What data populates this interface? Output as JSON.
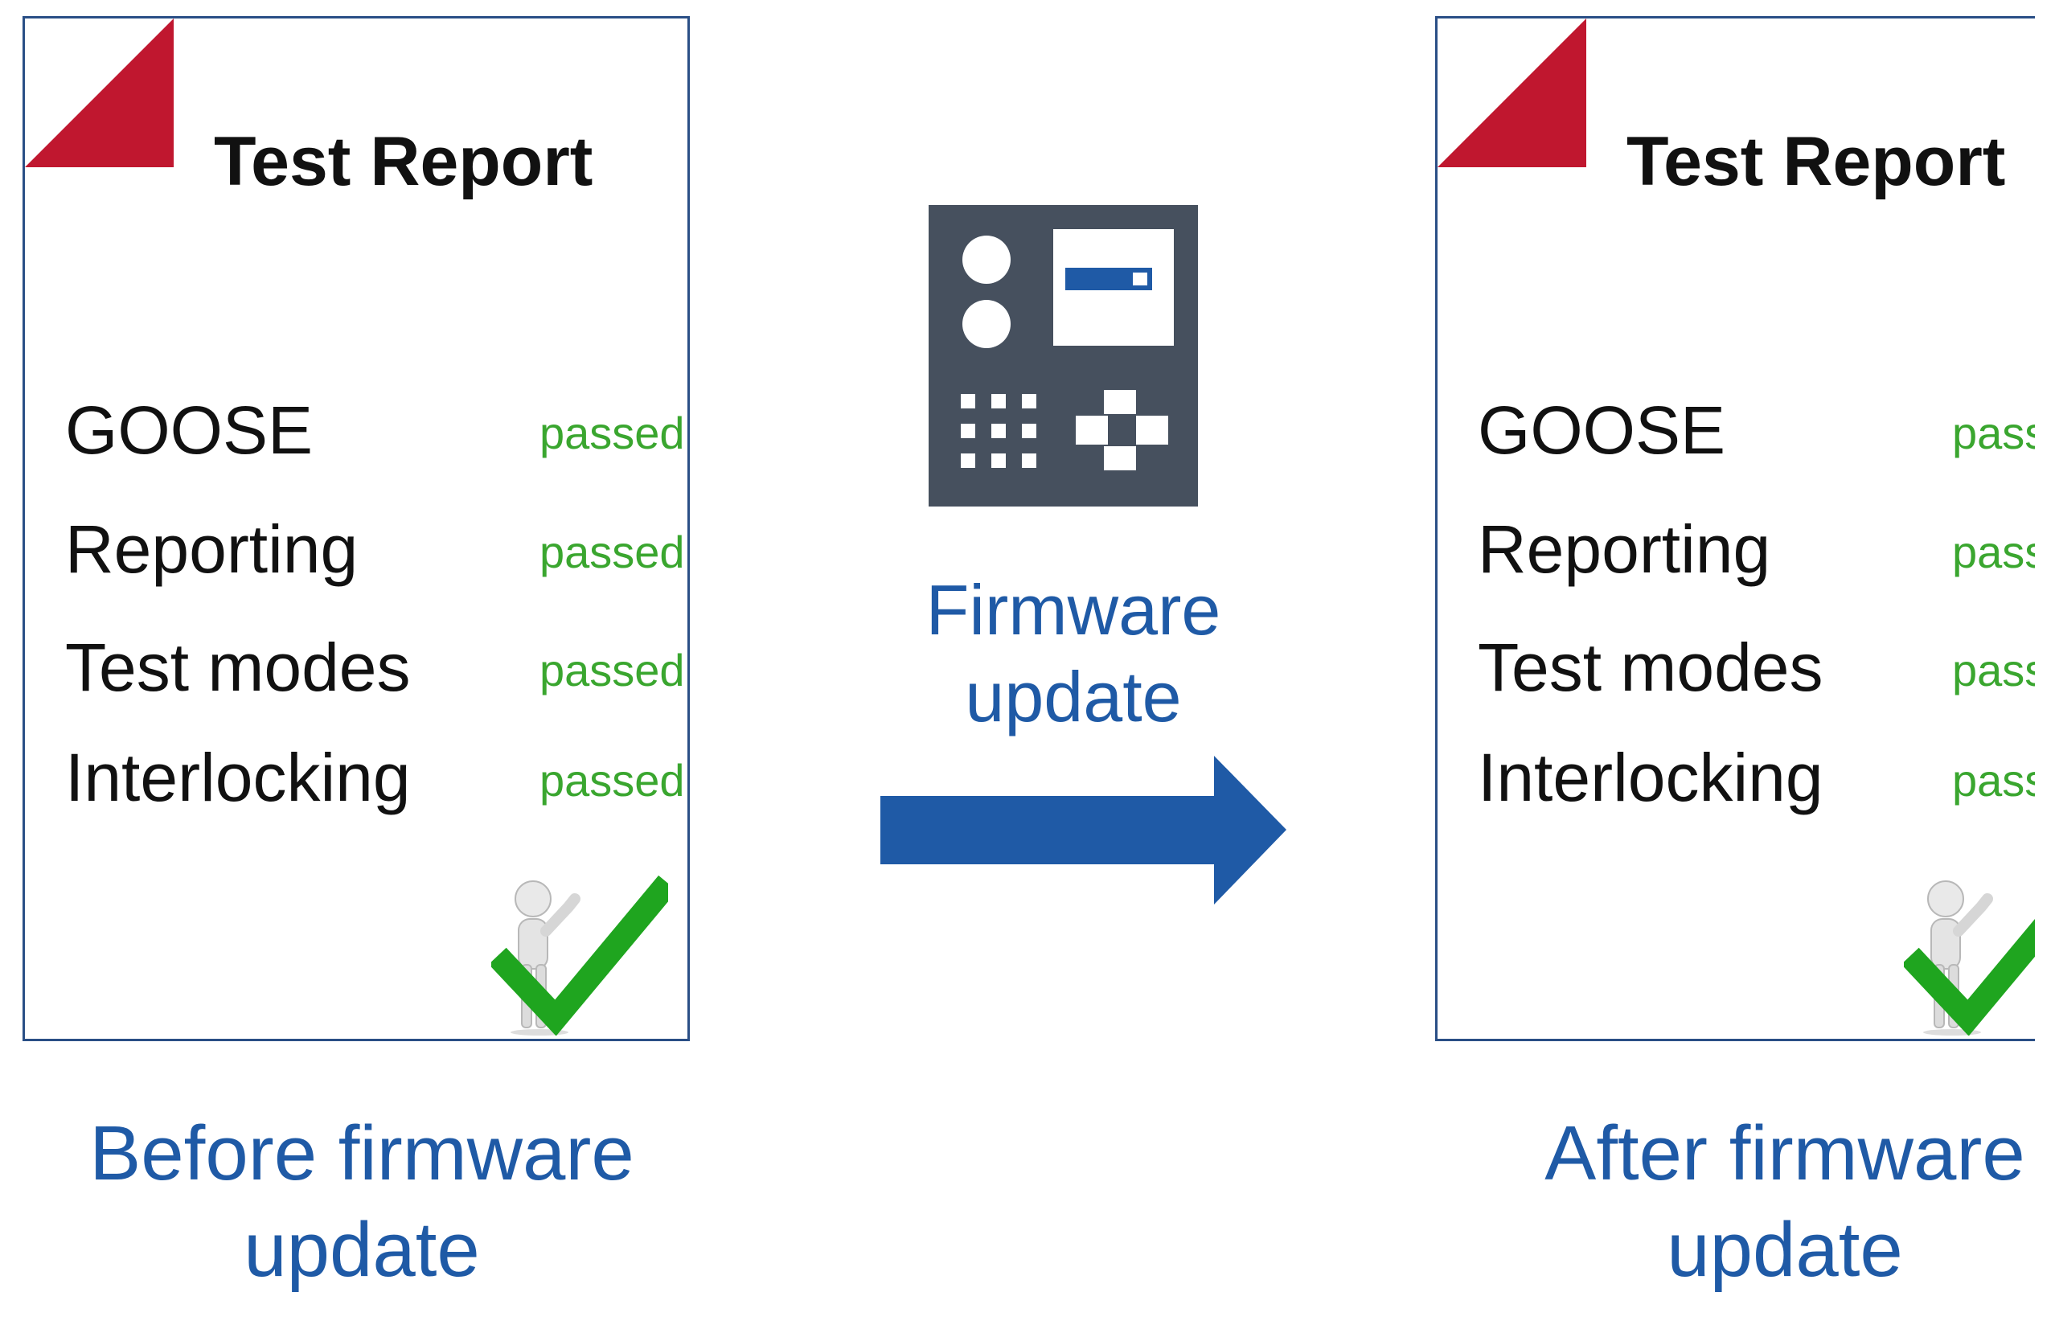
{
  "before_report": {
    "title": "Test Report",
    "rows": [
      {
        "label": "GOOSE",
        "status": "passed"
      },
      {
        "label": "Reporting",
        "status": "passed"
      },
      {
        "label": "Test modes",
        "status": "passed"
      },
      {
        "label": "Interlocking",
        "status": "passed"
      }
    ],
    "caption": "Before firmware update"
  },
  "after_report": {
    "title": "Test Report",
    "rows": [
      {
        "label": "GOOSE",
        "status": "passed"
      },
      {
        "label": "Reporting",
        "status": "passed"
      },
      {
        "label": "Test modes",
        "status": "passed"
      },
      {
        "label": "Interlocking",
        "status": "passed"
      }
    ],
    "caption": "After firmware update"
  },
  "middle": {
    "label": "Firmware update",
    "icon": "device-icon",
    "arrow_icon": "arrow-right-icon"
  },
  "colors": {
    "border": "#2a4f86",
    "corner": "#c0172f",
    "passed": "#3aa62f",
    "caption": "#1f5aa6",
    "arrow": "#1f5aa6",
    "device": "#46505e"
  }
}
